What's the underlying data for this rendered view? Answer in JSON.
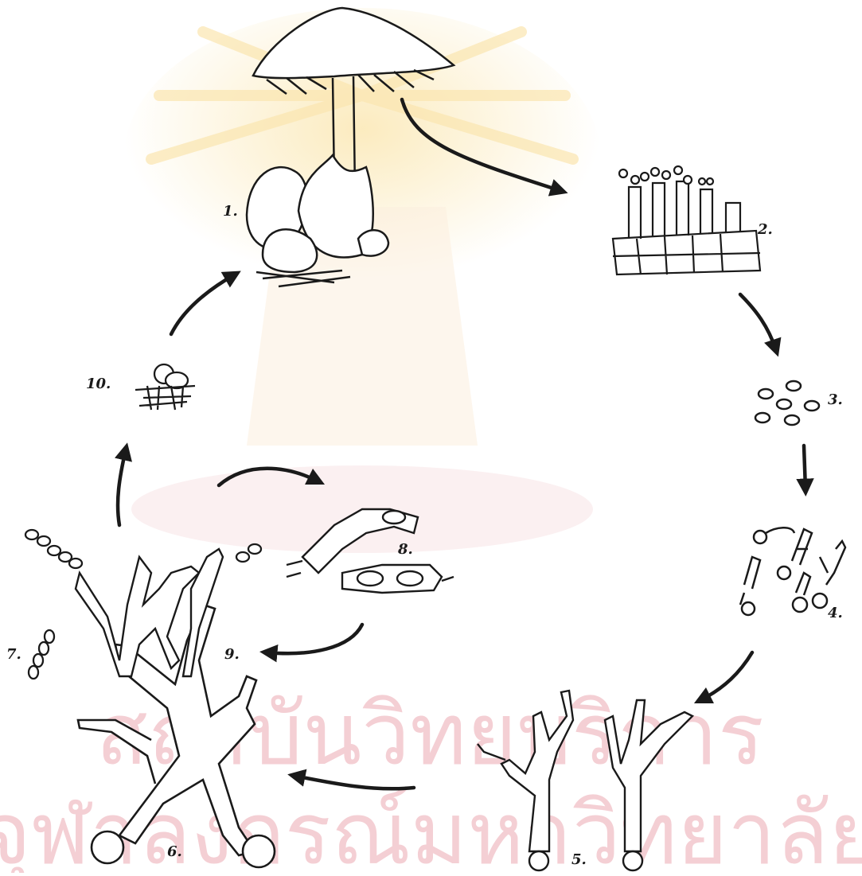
{
  "labels": {
    "s1": "1.",
    "s2": "2.",
    "s3": "3.",
    "s4": "4.",
    "s5": "5.",
    "s6": "6.",
    "s7": "7.",
    "s8": "8.",
    "s9": "9.",
    "s10": "10."
  },
  "watermark": {
    "line1": "สถาบันวิทยบริการ",
    "line2": "จุฬาลงกรณ์มหาวิทยาลัย"
  },
  "colors": {
    "ink": "#1a1a1a",
    "watermark_text": "#f4cfd4",
    "watermark_glow": "#fbe9b8"
  }
}
